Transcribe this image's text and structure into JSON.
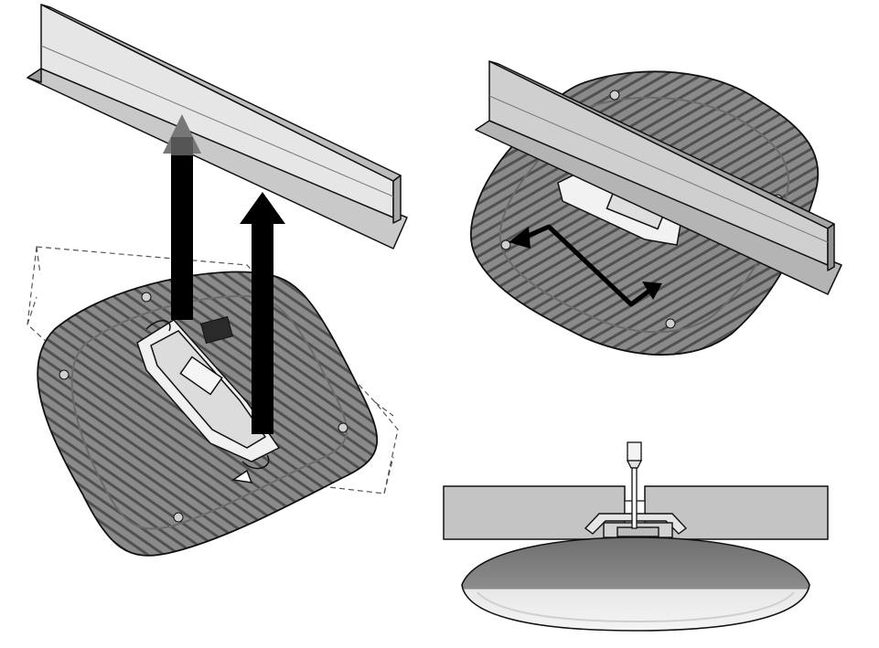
{
  "figure": {
    "panels": [
      {
        "id": "attach",
        "caption": ""
      },
      {
        "id": "rotate",
        "caption": ""
      },
      {
        "id": "release",
        "caption": ""
      }
    ]
  },
  "colors": {
    "device_body": "#7a7a7a",
    "device_dark": "#3a3a3a",
    "rail_light": "#d9d9d9",
    "rail_mid": "#bdbdbd",
    "rail_dark": "#8f8f8f",
    "outline": "#111111",
    "arrow": "#000000",
    "dash": "#555555"
  },
  "icons": {
    "up_arrow_a": "arrow-up-icon",
    "up_arrow_b": "arrow-up-icon",
    "rotate_arrow": "double-headed-arrow-icon",
    "screwdriver": "screwdriver-icon"
  }
}
